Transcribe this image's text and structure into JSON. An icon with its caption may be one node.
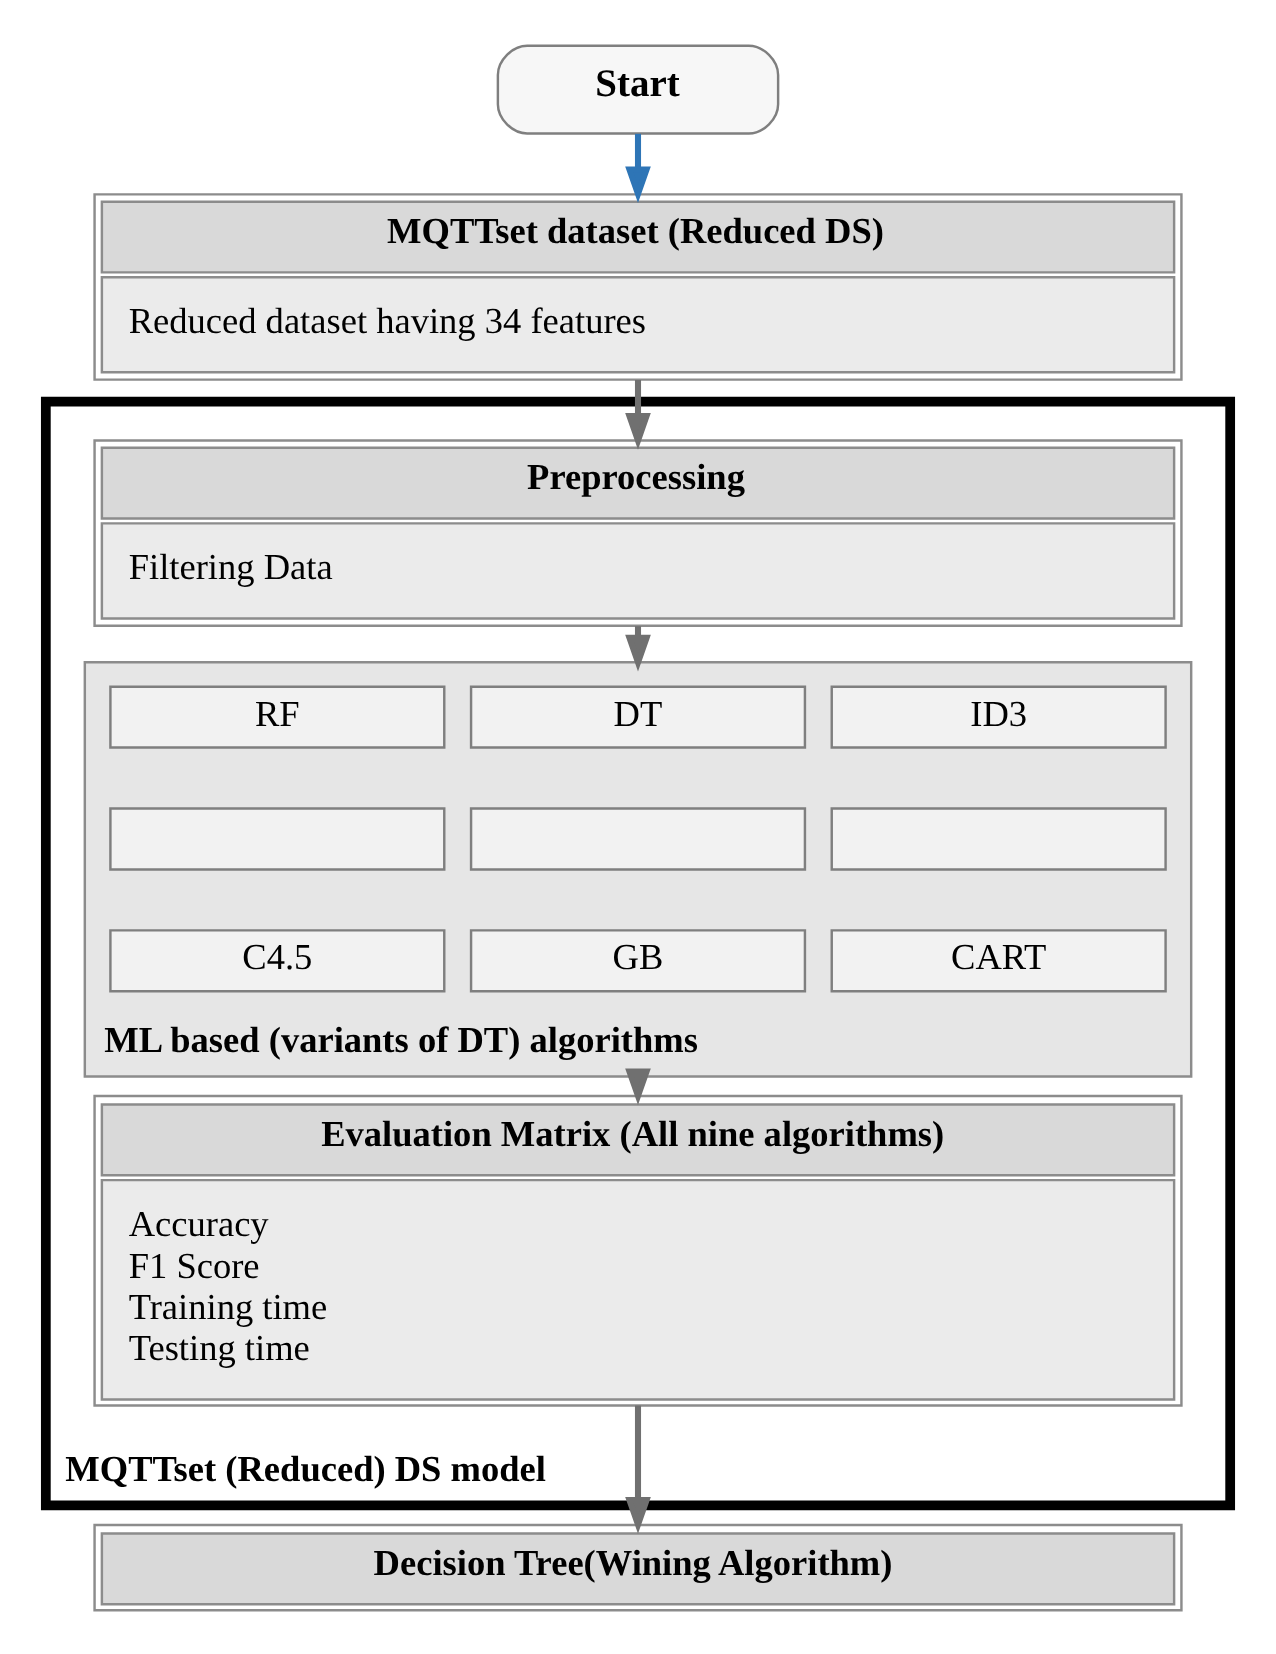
{
  "diagram": {
    "nodes": [
      {
        "text": [
          "Start"
        ]
      },
      {
        "text": [
          "MQTTset dataset (Reduced DS)",
          "Reduced dataset having 34 features"
        ]
      },
      {
        "text": [
          "MQTTset (Reduced) DS model"
        ]
      },
      {
        "text": [
          "Preprocessing",
          "Filtering Data"
        ],
        "in": 2
      },
      {
        "text": [
          "ML based (variants of DT) algorithms"
        ],
        "in": 2
      },
      {
        "text": [
          "RF"
        ],
        "in": 4
      },
      {
        "text": [
          "DT"
        ],
        "in": 4
      },
      {
        "text": [
          "ID3"
        ],
        "in": 4
      },
      {
        "text": [],
        "shape": "box",
        "in": 4
      },
      {
        "text": [],
        "shape": "box",
        "in": 4
      },
      {
        "text": [],
        "shape": "box",
        "in": 4
      },
      {
        "text": [
          "C4.5"
        ],
        "in": 4
      },
      {
        "text": [
          "GB"
        ],
        "in": 4
      },
      {
        "text": [
          "CART"
        ],
        "in": 4
      },
      {
        "text": [
          "Evaluation Matrix (All nine algorithms)",
          "Accuracy",
          "F1 Score",
          "Training time",
          "Testing time"
        ],
        "in": 2
      },
      {
        "text": [
          "Decision Tree(Wining Algorithm)"
        ]
      }
    ],
    "edges": [
      {
        "from": 0,
        "to": 1,
        "arrow": "to",
        "color": "#2e75b6"
      },
      {
        "from": 1,
        "to": 3,
        "arrow": "to"
      },
      {
        "from": 3,
        "to": 4,
        "arrow": "to"
      },
      {
        "from": 4,
        "to": 14,
        "arrow": "to"
      },
      {
        "from": 14,
        "to": 15,
        "arrow": "to"
      }
    ]
  }
}
